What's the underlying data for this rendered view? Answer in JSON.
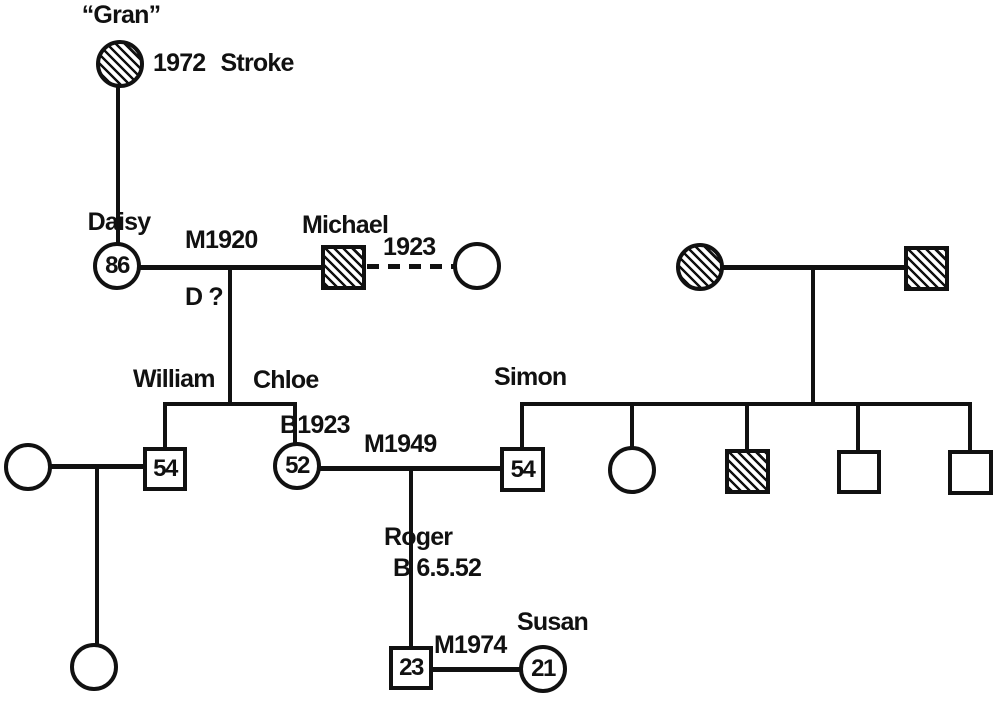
{
  "colors": {
    "ink": "#111111",
    "background": "#ffffff"
  },
  "people": {
    "gran": {
      "name": "“Gran”",
      "note": "1972 Stroke"
    },
    "daisy": {
      "name": "Daisy",
      "age": "86"
    },
    "michael": {
      "name": "Michael"
    },
    "william": {
      "name": "William",
      "age": "54"
    },
    "chloe": {
      "name": "Chloe",
      "age": "52",
      "birth": "B1923"
    },
    "simon": {
      "name": "Simon",
      "age": "54"
    },
    "roger": {
      "name": "Roger",
      "age": "23",
      "birth": "B 6.5.52"
    },
    "susan": {
      "name": "Susan",
      "age": "21"
    }
  },
  "unions": {
    "daisy_michael": {
      "marriage": "M1920",
      "divorce": "D ?"
    },
    "michael_remarriage": {
      "year": "1923"
    },
    "chloe_simon": {
      "marriage": "M1949"
    },
    "roger_susan": {
      "marriage": "M1974"
    }
  }
}
